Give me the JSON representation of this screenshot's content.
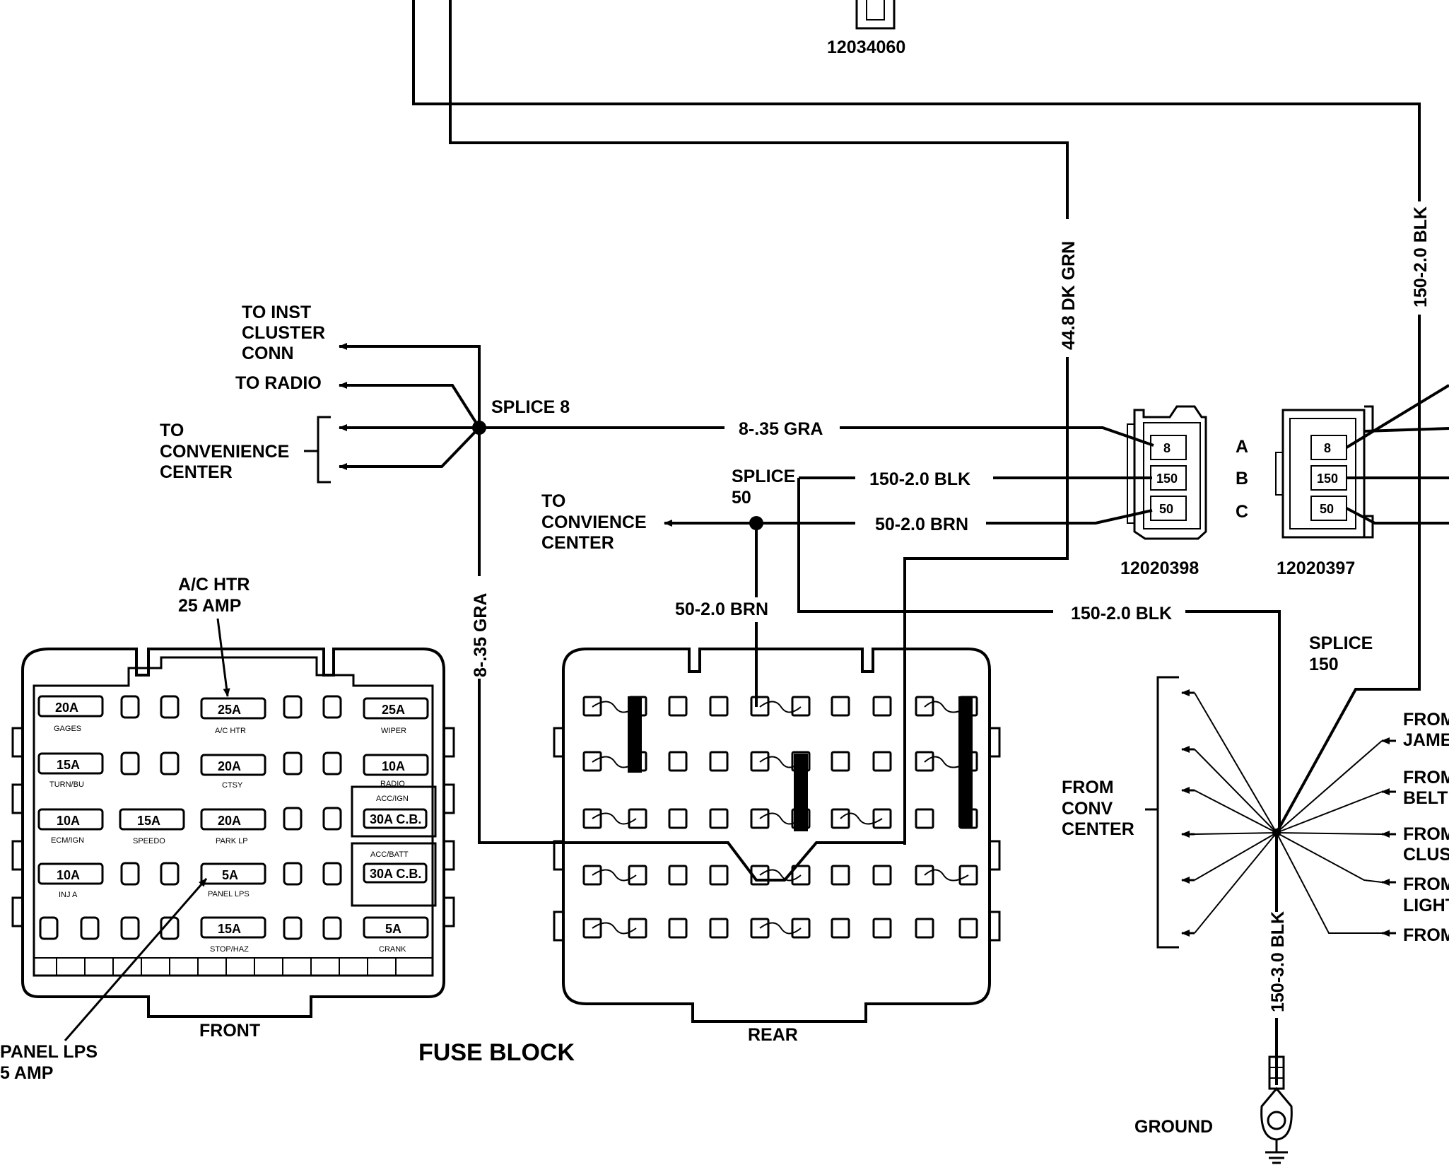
{
  "top_connector": {
    "part_number": "12034060"
  },
  "splices": {
    "splice8": "SPLICE 8",
    "splice50": [
      "SPLICE",
      "50"
    ],
    "splice150": [
      "SPLICE",
      "150"
    ]
  },
  "destinations": {
    "inst_cluster": [
      "TO INST",
      "CLUSTER",
      "CONN"
    ],
    "radio": "TO RADIO",
    "convenience": [
      "TO",
      "CONVENIENCE",
      "CENTER"
    ],
    "convience": [
      "TO",
      "CONVIENCE",
      "CENTER"
    ]
  },
  "wires": {
    "gra_horizontal": "8-.35 GRA",
    "gra_vertical": "8-.35 GRA",
    "blk_150_upper": "150-2.0 BLK",
    "brn_50_horizontal": "50-2.0 BRN",
    "brn_50_vertical": "50-2.0 BRN",
    "blk_150_lower": "150-2.0 BLK",
    "dk_grn": "44.8 DK GRN",
    "blk_150_right": "150-2.0 BLK",
    "blk_150_ground": "150-3.0 BLK"
  },
  "connectors": [
    {
      "part_number": "12020398",
      "pins": [
        "8",
        "150",
        "50"
      ],
      "cavities": [
        "A",
        "B",
        "C"
      ]
    },
    {
      "part_number": "12020397",
      "pins": [
        "8",
        "150",
        "50"
      ]
    }
  ],
  "fuse_block": {
    "title": "FUSE BLOCK",
    "front_label": "FRONT",
    "rear_label": "REAR",
    "callout_top": [
      "A/C HTR",
      "25 AMP"
    ],
    "callout_bottom": [
      "PANEL LPS",
      "5 AMP"
    ],
    "fuses": [
      {
        "rating": "20A",
        "name": "GAGES"
      },
      {
        "rating": "25A",
        "name": "A/C HTR"
      },
      {
        "rating": "25A",
        "name": "WIPER"
      },
      {
        "rating": "15A",
        "name": "TURN/BU"
      },
      {
        "rating": "20A",
        "name": "CTSY"
      },
      {
        "rating": "10A",
        "name": "RADIO"
      },
      {
        "rating": "10A",
        "name": "ECM/IGN"
      },
      {
        "rating": "15A",
        "name": "SPEEDO"
      },
      {
        "rating": "20A",
        "name": "PARK LP"
      },
      {
        "rating": "30A C.B.",
        "name": "ACC/IGN"
      },
      {
        "rating": "10A",
        "name": "INJ A"
      },
      {
        "rating": "5A",
        "name": "PANEL LPS"
      },
      {
        "rating": "30A C.B.",
        "name": "ACC/BATT"
      },
      {
        "rating": "15A",
        "name": "STOP/HAZ"
      },
      {
        "rating": "5A",
        "name": "CRANK"
      }
    ]
  },
  "from_conv_center": [
    "FROM",
    "CONV",
    "CENTER"
  ],
  "from_right": [
    [
      "FROM",
      "JAME"
    ],
    [
      "FROM",
      "BELT"
    ],
    [
      "FROM",
      "CLUS"
    ],
    [
      "FROM",
      "LIGHT"
    ],
    [
      "FROM"
    ]
  ],
  "ground": "GROUND"
}
